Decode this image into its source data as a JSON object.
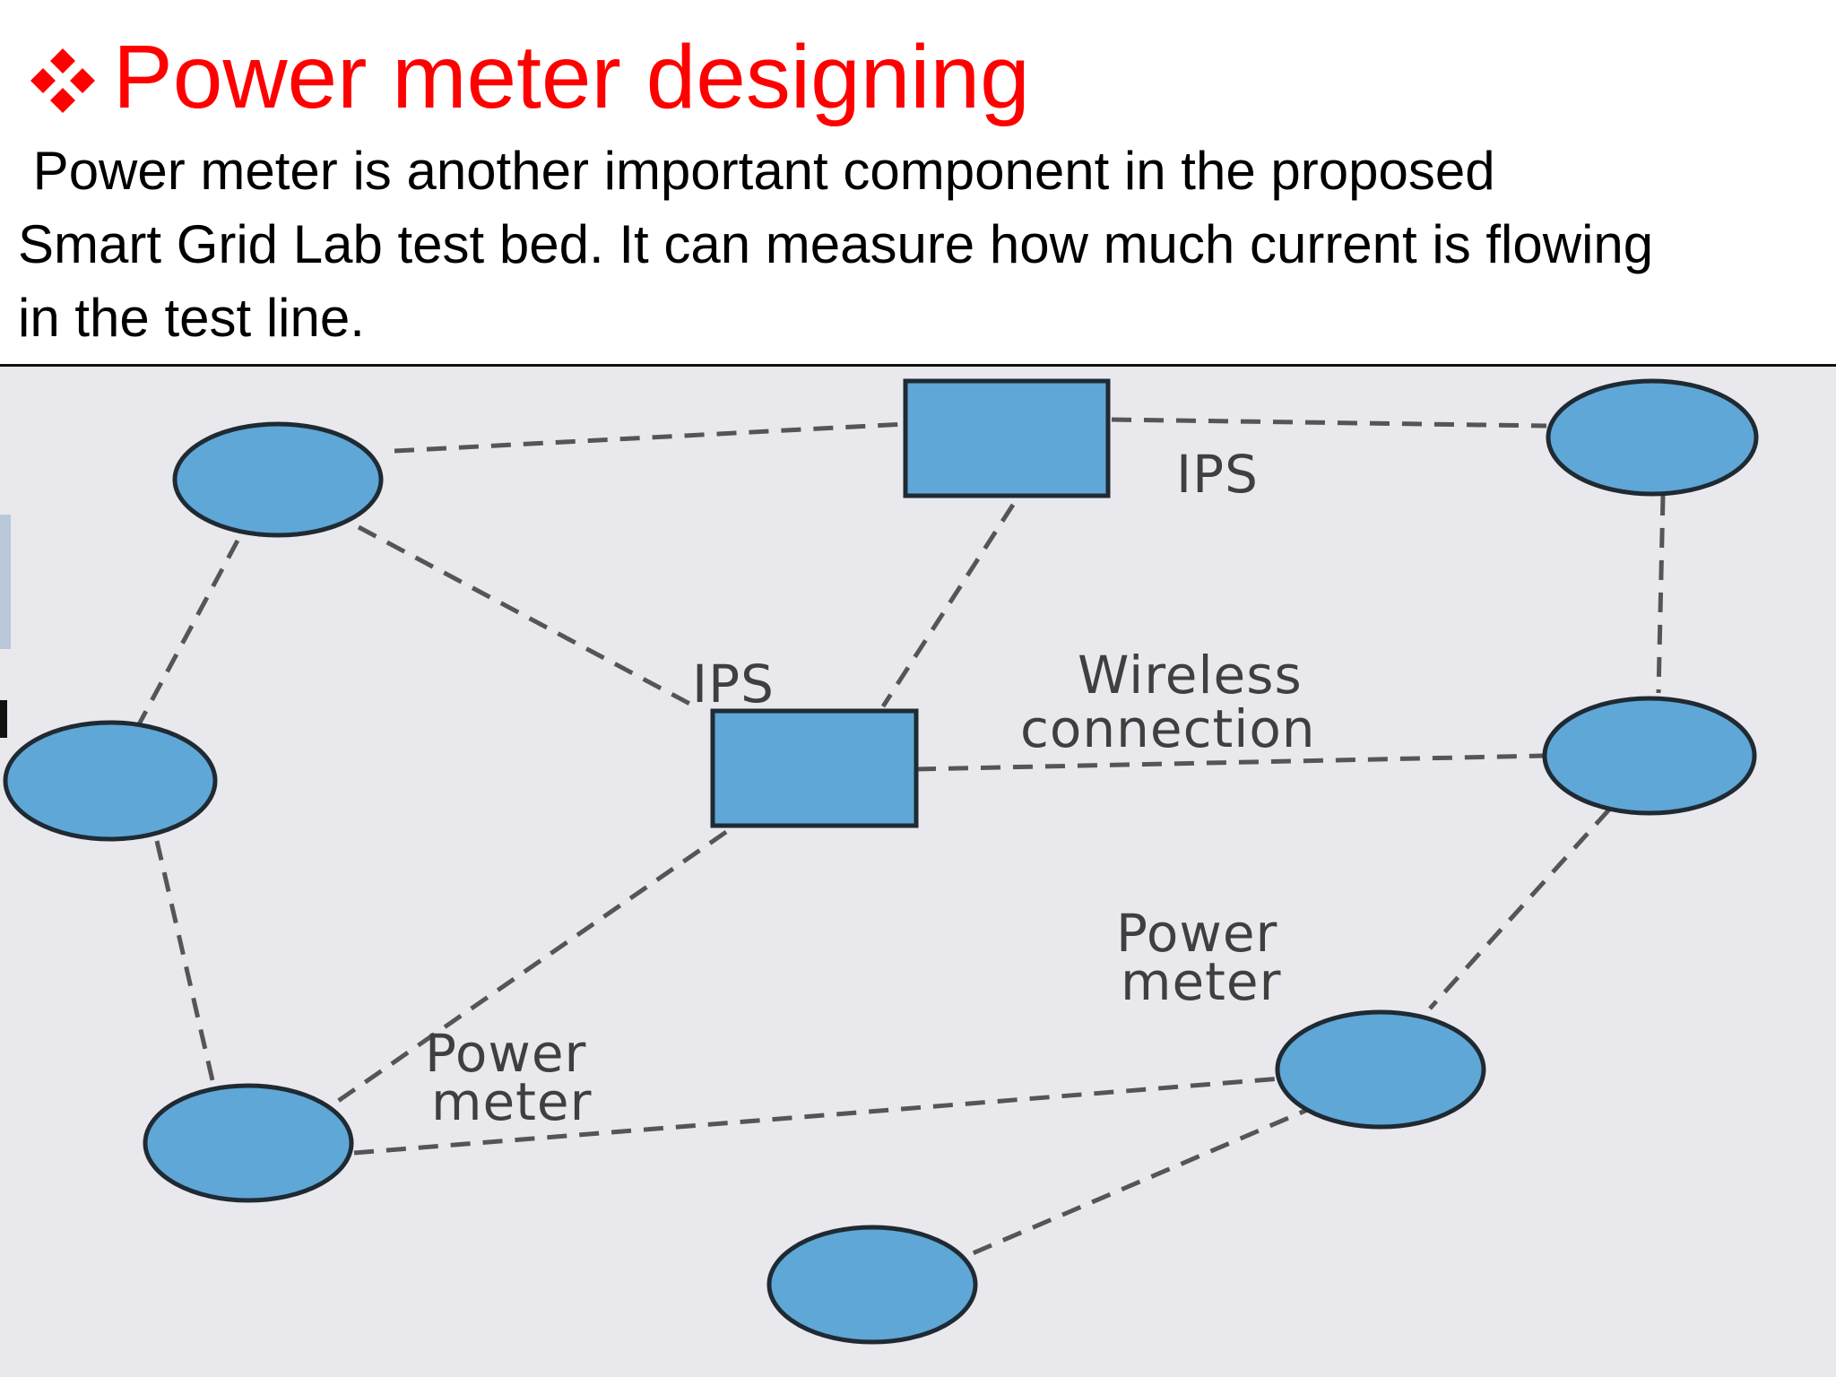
{
  "slide": {
    "title": "Power meter designing",
    "bullet_icon": "four-diamond-bullet-icon",
    "body_lines": [
      " Power meter is another important component in the proposed",
      "Smart Grid Lab test bed. It can measure how much current is flowing",
      "in the test line."
    ]
  },
  "diagram": {
    "labels": {
      "ips_top": "IPS",
      "ips_center": "IPS",
      "wireless_line1": "Wireless",
      "wireless_line2": "connection",
      "power_meter_right_line1": "Power",
      "power_meter_right_line2": "meter",
      "power_meter_left_line1": "Power",
      "power_meter_left_line2": "meter"
    }
  },
  "colors": {
    "title": "#ff0000",
    "body_text": "#000000",
    "node_fill": "#5fa7d6",
    "node_stroke": "#1f2a33",
    "link": "#555555",
    "diagram_background": "#e9e8ec",
    "label_text": "#3f3f3f"
  }
}
